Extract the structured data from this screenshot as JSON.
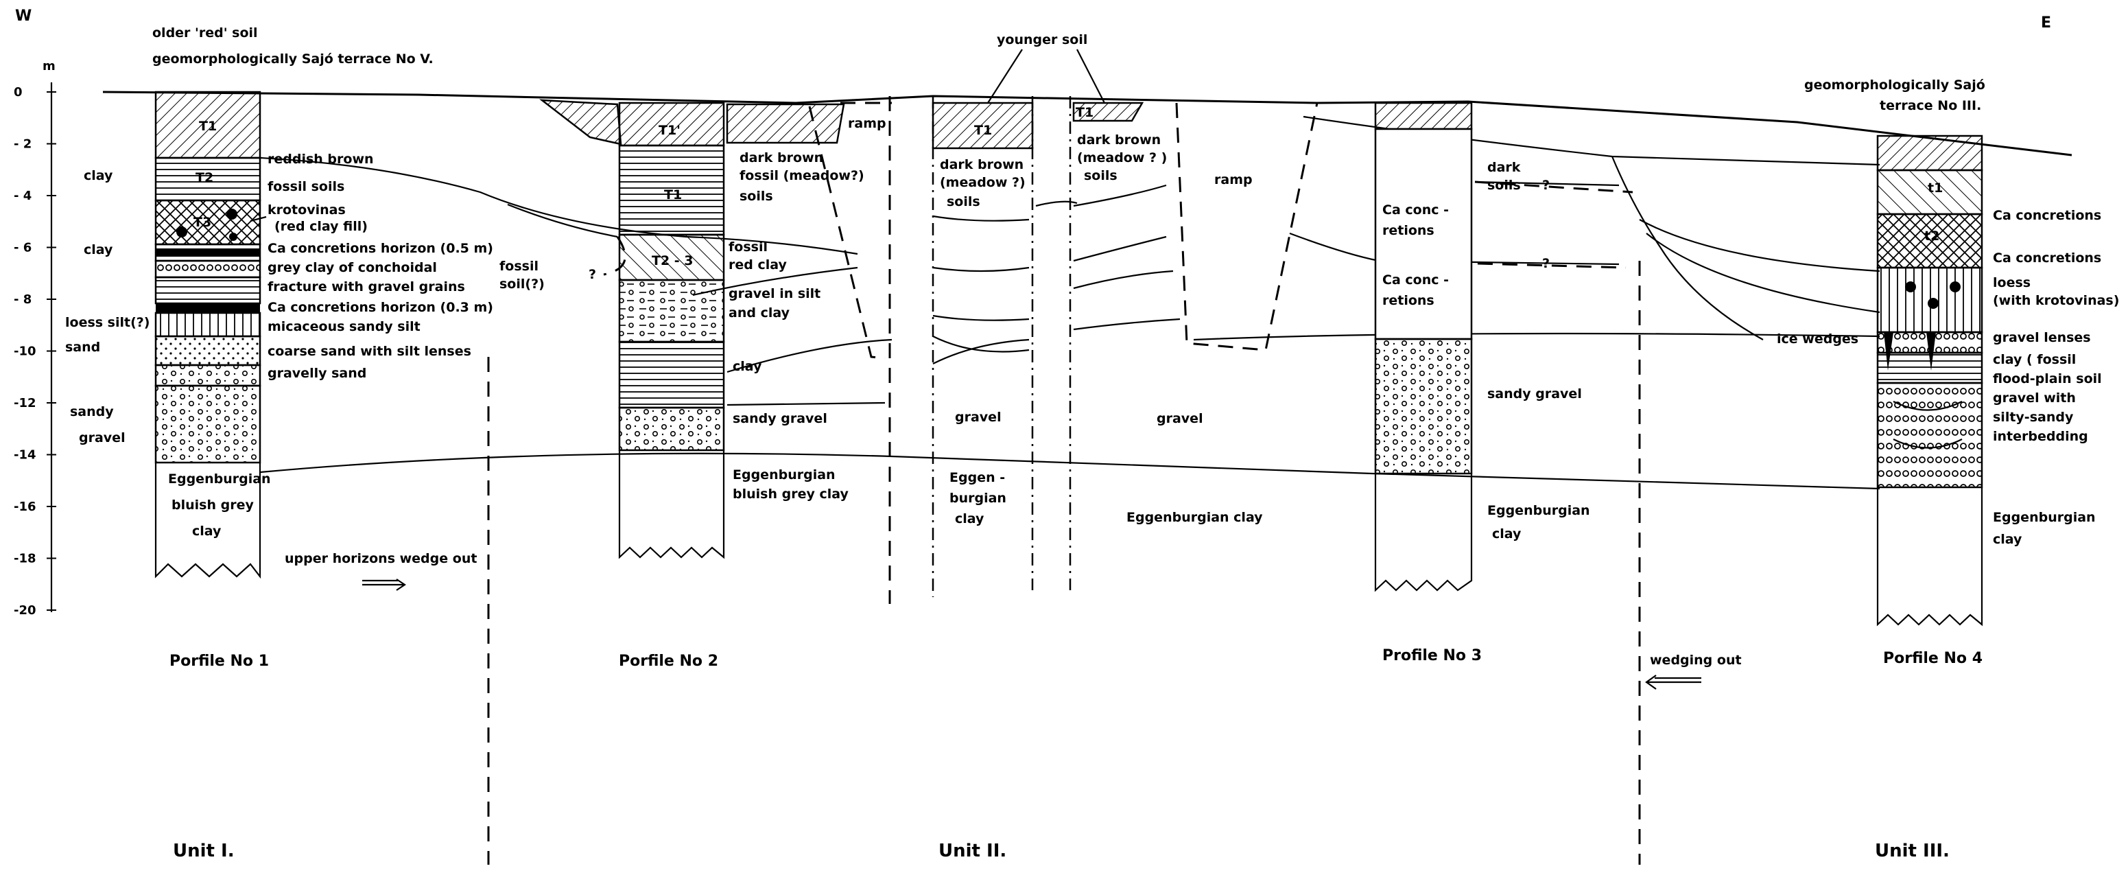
{
  "compass": {
    "west": "W",
    "east": "E"
  },
  "axis": {
    "unit": "m",
    "ticks": [
      "0",
      "- 2",
      "- 4",
      "- 6",
      "- 8",
      "-10",
      "-12",
      "-14",
      "-16",
      "-18",
      "-20"
    ]
  },
  "header_unit1": {
    "line1": "older 'red' soil",
    "line2": "geomorphologically Sajó terrace No V."
  },
  "header_unit3": {
    "line1": "geomorphologically Sajó",
    "line2": "terrace No III."
  },
  "left_labels": {
    "clay1": "clay",
    "clay2": "clay",
    "loess": "loess silt(?)",
    "sand": "sand",
    "sandy_gravel_1": "sandy",
    "sandy_gravel_2": "gravel"
  },
  "profile1": {
    "layers": {
      "t1": "T1",
      "t2": "T2",
      "t3": "T3"
    },
    "legend": [
      "reddish brown",
      "fossil soils",
      "krotovinas",
      "(red clay fill)",
      "Ca concretions horizon (0.5 m)",
      "grey clay of conchoidal",
      "fracture with gravel grains",
      "Ca concretions horizon (0.3 m)",
      "micaceous sandy silt",
      "coarse sand with silt lenses",
      "gravelly sand"
    ],
    "base": [
      "Eggenburgian",
      "bluish grey",
      "clay"
    ]
  },
  "wedge_note": "upper horizons wedge out",
  "fossil_soil": [
    "fossil",
    "soil(?)"
  ],
  "question_mark": "?",
  "profile2": {
    "t1_prime": "T1'",
    "t1": "T1",
    "t23": "T2 - 3",
    "labels": [
      "dark brown",
      "fossil (meadow?)",
      "soils",
      "fossil",
      "red clay",
      "gravel in silt",
      "and clay",
      "clay",
      "sandy gravel"
    ],
    "base": [
      "Eggenburgian",
      "bluish grey clay"
    ],
    "ramp": "ramp"
  },
  "younger_soil": "younger soil",
  "unit2": {
    "t1": "T1",
    "t1b": "T1",
    "left_soils": [
      "dark brown",
      "(meadow ?)",
      "soils"
    ],
    "right_soils": [
      "dark brown",
      "(meadow ? )",
      "soils"
    ],
    "ramp": "ramp",
    "gravel_left": "gravel",
    "gravel_mid": "gravel",
    "base_left": [
      "Eggen -",
      "burgian",
      "clay"
    ],
    "base_mid": "Eggenburgian clay"
  },
  "profile3": {
    "dark_soils": [
      "dark",
      "soils"
    ],
    "ca1": [
      "Ca conc -",
      "retions"
    ],
    "ca2": [
      "Ca conc -",
      "retions"
    ],
    "sandy_gravel": "sandy gravel",
    "base": [
      "Eggenburgian",
      "clay"
    ],
    "ice_wedges": "ice wedges",
    "wedging_out": "wedging out"
  },
  "profile4": {
    "t1": "t1",
    "t2": "t2",
    "labels": [
      "Ca concretions",
      "Ca concretions",
      "loess",
      "(with krotovinas)",
      "gravel lenses",
      "clay ( fossil",
      "flood-plain soil",
      "gravel with",
      "silty-sandy",
      "interbedding"
    ],
    "base": [
      "Eggenburgian",
      "clay"
    ]
  },
  "profile_titles": [
    "Porfile No 1",
    "Porfile  No 2",
    "Profile No 3",
    "Porfile No 4"
  ],
  "units": [
    "Unit I.",
    "Unit II.",
    "Unit III."
  ]
}
